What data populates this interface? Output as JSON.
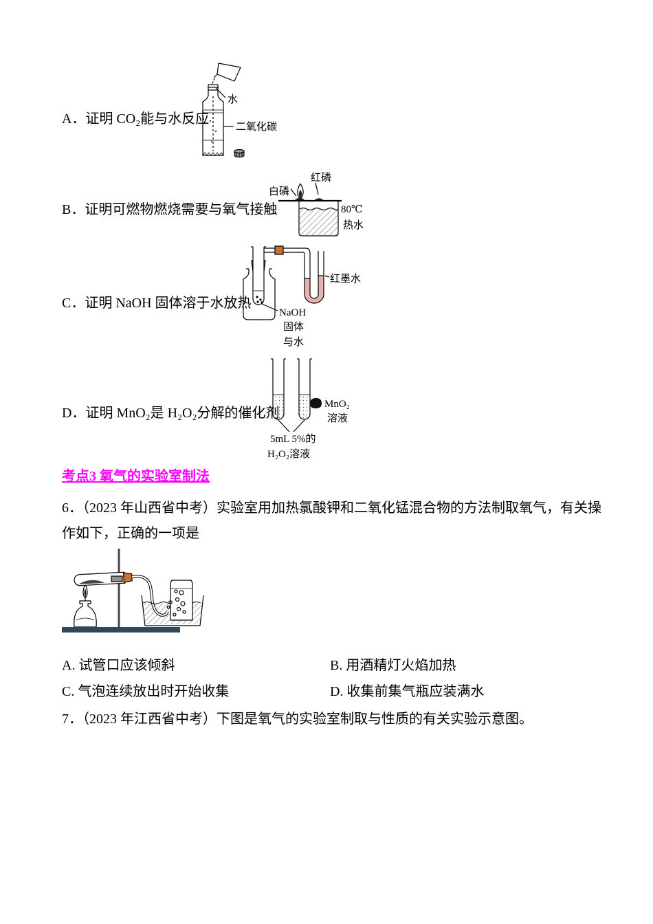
{
  "colors": {
    "heading": "#ff00ff",
    "stopper": "#c87137"
  },
  "optionA": {
    "text": "A．证明 CO₂能与水反应",
    "label_water": "水",
    "label_co2": "二氧化碳"
  },
  "optionB": {
    "text": "B．证明可燃物燃烧需要与氧气接触",
    "label_red_p": "红磷",
    "label_white_p": "白磷",
    "label_temp": "80℃",
    "label_hot_water": "热水"
  },
  "optionC": {
    "text": "C．证明 NaOH 固体溶于水放热",
    "label_red_ink": "红墨水",
    "label_naoh": "NaOH",
    "label_solid": "固体",
    "label_with_water": "与水"
  },
  "optionD": {
    "text": "D．证明 MnO₂是 H₂O₂分解的催化剂",
    "label_mno2": "MnO₂",
    "label_solution": "溶液",
    "label_h2o2_line1": "5mL 5%的",
    "label_h2o2_line2": "H₂O₂溶液"
  },
  "section_heading": "考点3 氧气的实验室制法",
  "q6": {
    "line1": "6．（2023 年山西省中考）实验室用加热氯酸钾和二氧化锰混合物的方法制取氧气，有关操",
    "line2": "作如下，正确的一项是",
    "optionA": "A. 试管口应该倾斜",
    "optionB": "B. 用酒精灯火焰加热",
    "optionC": "C. 气泡连续放出时开始收集",
    "optionD": "D. 收集前集气瓶应装满水"
  },
  "q7": {
    "text": "7．（2023 年江西省中考）下图是氧气的实验室制取与性质的有关实验示意图。"
  }
}
